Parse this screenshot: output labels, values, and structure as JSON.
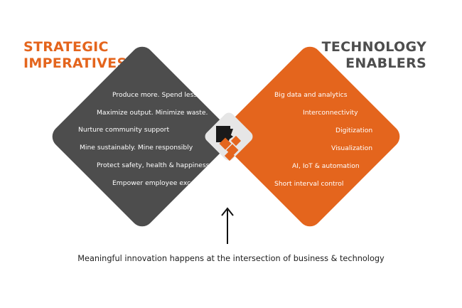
{
  "left_heading": {
    "line1": "STRATEGIC",
    "line2": "IMPERATIVES"
  },
  "right_heading": {
    "line1": "TECHNOLOGY",
    "line2": "ENABLERS"
  },
  "strategic_imperatives": [
    "Produce more. Spend less.",
    "Maximize output. Minimize waste.",
    "Nurture community support",
    "Mine sustainably. Mine responsibly",
    "Protect safety, health & happiness",
    "Empower employee excellence"
  ],
  "technology_enablers": [
    "Big data and analytics",
    "Interconnectivity",
    "Digitization",
    "Visualization",
    "AI, IoT & automation",
    "Short interval control"
  ],
  "caption": "Meaningful innovation happens at the intersection of business & technology",
  "colors": {
    "orange": "#e4651d",
    "dark_gray": "#4d4d4d",
    "tile_gray": "#e6e6e6",
    "logo_black": "#1a1a1a"
  },
  "icons": {
    "center_logo": "intersecting-cubes-logo-icon",
    "arrow": "arrow-up-icon"
  }
}
